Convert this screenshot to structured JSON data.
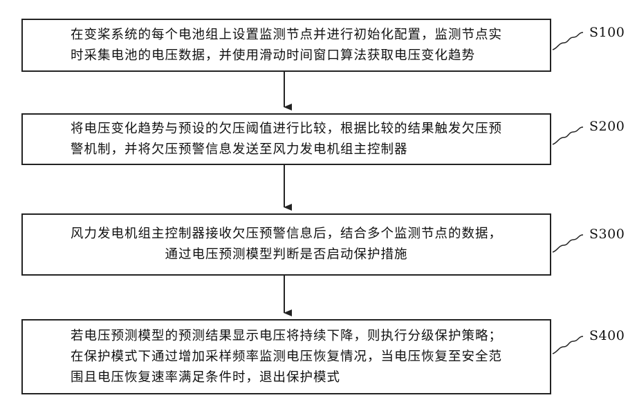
{
  "steps": [
    {
      "label": "S100",
      "lines": [
        "在变桨系统的每个电池组上设置监测节点并进行初始化配置，监测节点实",
        "时采集电池的电压数据，并使用滑动时间窗口算法获取电压变化趋势"
      ]
    },
    {
      "label": "S200",
      "lines": [
        "将电压变化趋势与预设的欠压阈值进行比较，根据比较的结果触发欠压预",
        "警机制，并将欠压预警信息发送至风力发电机组主控制器"
      ]
    },
    {
      "label": "S300",
      "lines": [
        "风力发电机组主控制器接收欠压预警信息后，结合多个监测节点的数据，",
        "通过电压预测模型判断是否启动保护措施"
      ]
    },
    {
      "label": "S400",
      "lines": [
        "若电压预测模型的预测结果显示电压将持续下降，则执行分级保护策略；",
        "在保护模式下通过增加采样频率监测电压恢复情况，当电压恢复至安全范",
        "围且电压恢复速率满足条件时，退出保护模式"
      ]
    }
  ]
}
